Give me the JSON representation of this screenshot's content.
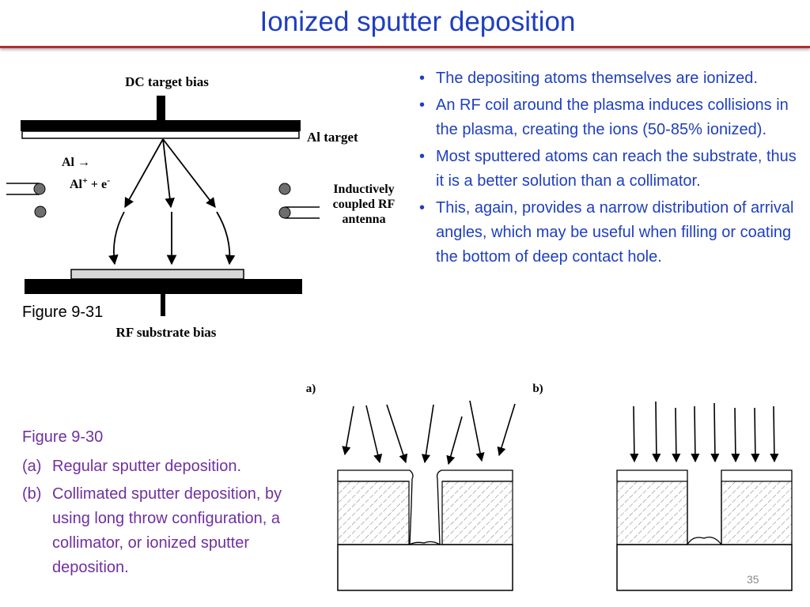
{
  "slide": {
    "title": "Ionized sputter deposition",
    "page_number": "35"
  },
  "bullets": [
    "The depositing atoms themselves are ionized.",
    "An RF coil around the plasma induces collisions in the plasma, creating the ions (50-85% ionized).",
    "Most sputtered atoms can reach the substrate, thus it is a better solution than a collimator.",
    "This, again, provides a narrow distribution of arrival angles, which may be useful when filling or coating the bottom of  deep contact hole."
  ],
  "figure_9_31": {
    "label": "Figure 9-31",
    "dc_target_bias": "DC target bias",
    "al_target": "Al target",
    "al_reaction_left": "Al",
    "al_reaction_arrow": "→",
    "al_ion": "Al",
    "al_ion_sup": "+",
    "plus_e": " + e",
    "e_sup": "-",
    "antenna_line1": "Inductively",
    "antenna_line2": "coupled RF",
    "antenna_line3": "antenna",
    "rf_substrate_bias": "RF substrate bias"
  },
  "figure_9_30": {
    "label": "Figure 9-30",
    "items": [
      {
        "marker": "(a)",
        "text": "Regular sputter deposition."
      },
      {
        "marker": "(b)",
        "text": "Collimated sputter deposition, by using long throw configuration, a collimator, or ionized sputter deposition."
      }
    ],
    "panel_a_label": "a)",
    "panel_b_label": "b)"
  },
  "colors": {
    "title": "#1f3fbf",
    "bullets": "#1f3fbf",
    "figure_9_30_text": "#7030a0",
    "title_rule": "#b03030"
  }
}
